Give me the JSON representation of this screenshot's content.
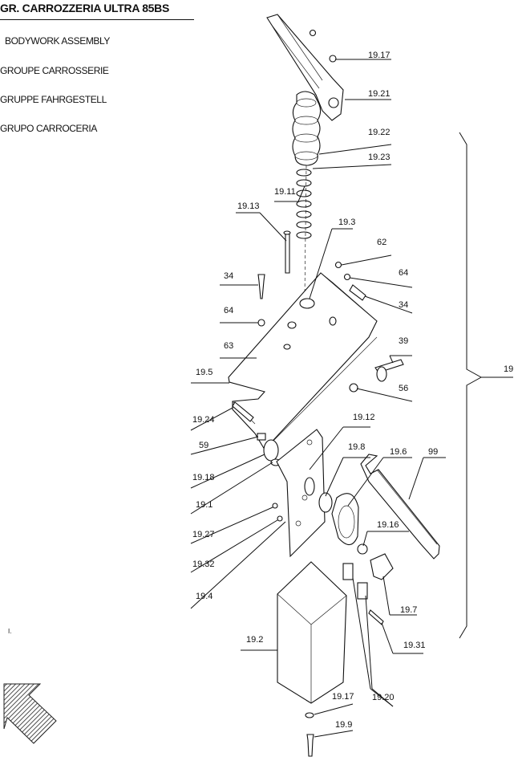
{
  "header": {
    "title": "GR. CARROZZERIA ULTRA 85BS",
    "subtitles": [
      "BODYWORK ASSEMBLY",
      "GROUPE CARROSSERIE",
      "GRUPPE FAHRGESTELL",
      "GRUPO CARROCERIA"
    ],
    "note": "I."
  },
  "callouts": [
    "19.17",
    "19.21",
    "19.22",
    "19.23",
    "19.11",
    "19.13",
    "19.3",
    "62",
    "64",
    "34",
    "34",
    "64",
    "63",
    "39",
    "19.5",
    "56",
    "19",
    "19.24",
    "59",
    "19.12",
    "19.8",
    "19.6",
    "99",
    "19.18",
    "19.1",
    "19.27",
    "19.16",
    "19.32",
    "19.4",
    "19.7",
    "19.31",
    "19.2",
    "19.17",
    "19.20",
    "19.9"
  ],
  "colors": {
    "ink": "#111111",
    "paper": "#ffffff"
  },
  "icons": {
    "orientation_arrow": "hatched-arrow-icon"
  }
}
